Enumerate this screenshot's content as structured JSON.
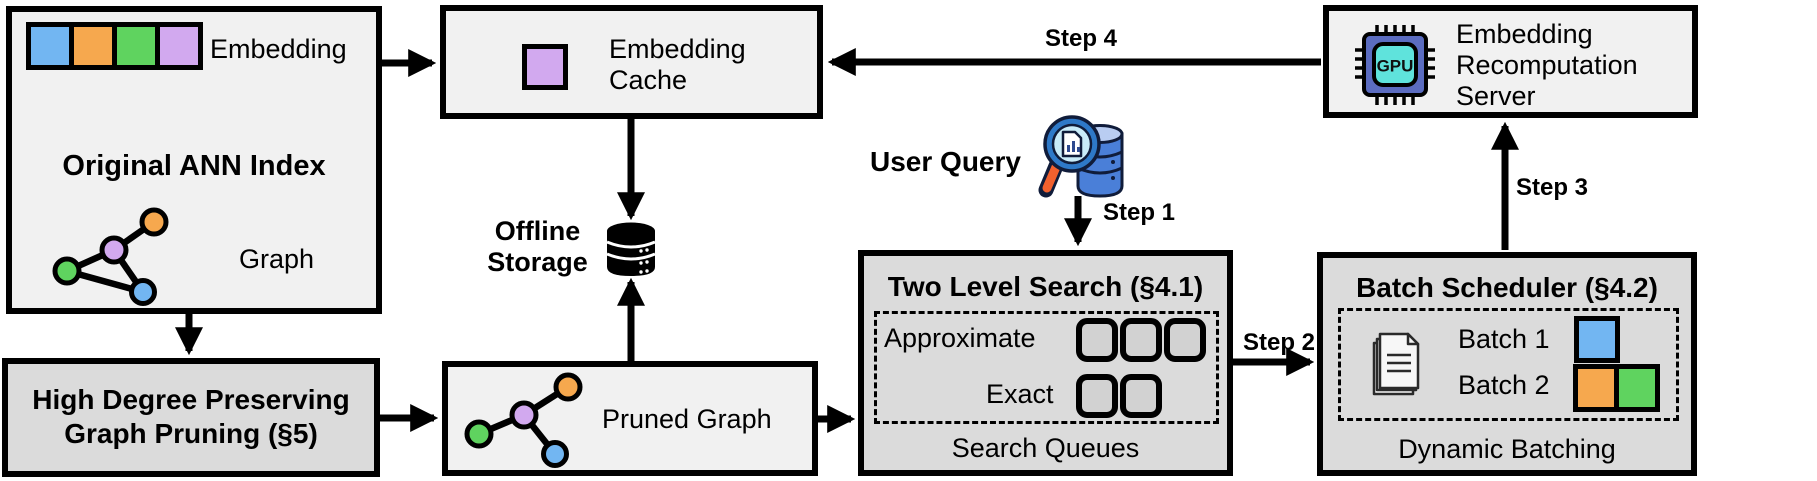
{
  "colors": {
    "embedding_palette": [
      "#72b6f2",
      "#f6a84e",
      "#5fd35f",
      "#d2a9ef"
    ],
    "box_light": "#f1f1f1",
    "box_gray": "#dbdbdb",
    "queue_fill": "#d2d2d2",
    "gpu_chip_body": "#5b6cc0",
    "gpu_chip_core": "#5fe3dc",
    "query_db_blue": "#4a7fd8",
    "query_handle_orange": "#f2612e"
  },
  "ann_index": {
    "embedding_label": "Embedding",
    "title": "Original ANN Index",
    "graph_label": "Graph"
  },
  "embedding_cache": {
    "label": "Embedding Cache"
  },
  "offline_storage": {
    "label": "Offline Storage"
  },
  "graph_pruning": {
    "label": "High Degree Preserving Graph Pruning (§5)"
  },
  "pruned_graph": {
    "label": "Pruned Graph"
  },
  "user_query": {
    "label": "User Query"
  },
  "two_level_search": {
    "title": "Two Level Search (§4.1)",
    "rows": [
      {
        "label": "Approximate",
        "queues": 3
      },
      {
        "label": "Exact",
        "queues": 2
      }
    ],
    "footer": "Search Queues"
  },
  "batch_scheduler": {
    "title": "Batch Scheduler (§4.2)",
    "batches": [
      {
        "label": "Batch 1",
        "colors": [
          "blue"
        ]
      },
      {
        "label": "Batch 2",
        "colors": [
          "orange",
          "green"
        ]
      }
    ],
    "footer": "Dynamic Batching"
  },
  "recomputation_server": {
    "label": "Embedding Recomputation Server",
    "chip_label": "GPU"
  },
  "steps": [
    {
      "label": "Step 1"
    },
    {
      "label": "Step 2"
    },
    {
      "label": "Step 3"
    },
    {
      "label": "Step 4"
    }
  ]
}
